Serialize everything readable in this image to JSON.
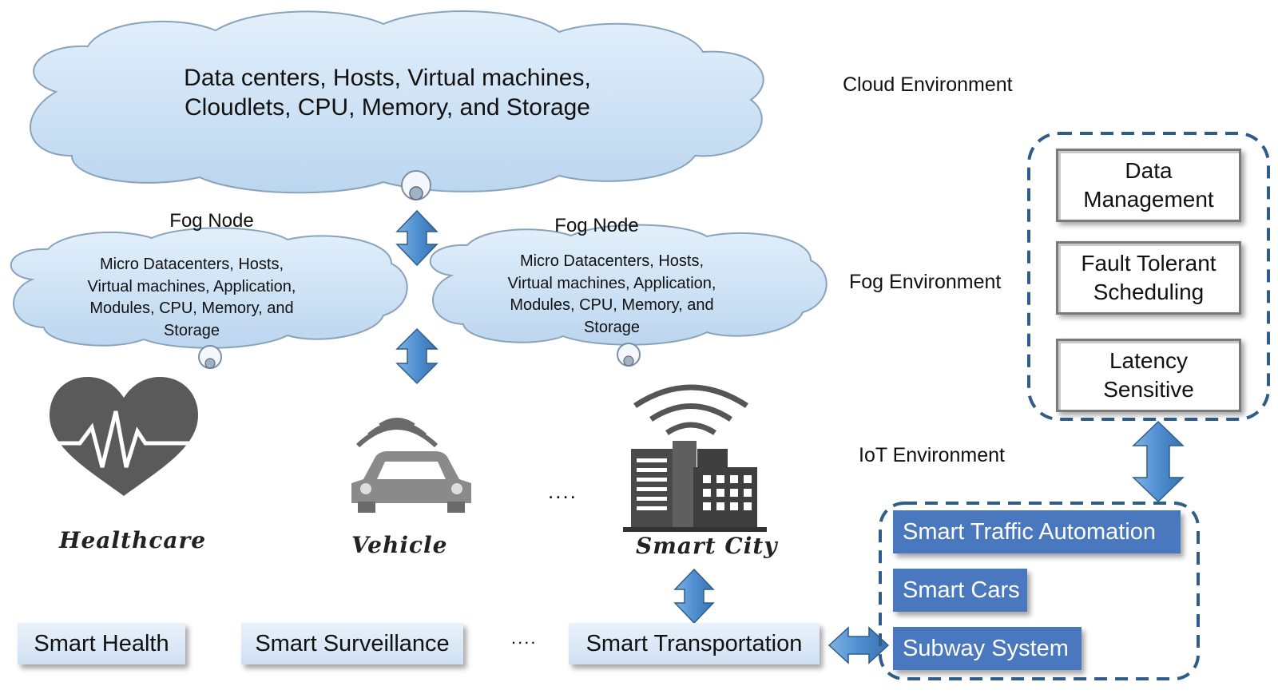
{
  "cloud": {
    "text_line1": "Data centers, Hosts, Virtual machines,",
    "text_line2": "Cloudlets, CPU, Memory, and Storage",
    "color": "#cfe3f5"
  },
  "fog_nodes": [
    {
      "label": "Fog Node",
      "line1": "Micro Datacenters, Hosts,",
      "line2": "Virtual machines, Application,",
      "line3": "Modules, CPU, Memory, and",
      "line4": "Storage"
    },
    {
      "label": "Fog Node",
      "line1": "Micro Datacenters, Hosts,",
      "line2": "Virtual machines, Application,",
      "line3": "Modules, CPU, Memory, and",
      "line4": "Storage"
    }
  ],
  "environments": {
    "cloud": "Cloud Environment",
    "fog": "Fog Environment",
    "iot": "IoT Environment"
  },
  "right_panel": {
    "items": [
      {
        "line1": "Data",
        "line2": "Management"
      },
      {
        "line1": "Fault Tolerant",
        "line2": "Scheduling"
      },
      {
        "line1": "Latency",
        "line2": "Sensitive"
      }
    ]
  },
  "devices": {
    "healthcare": "Healthcare",
    "vehicle": "Vehicle",
    "ellipsis": "....",
    "smart_city": "Smart City"
  },
  "apps": {
    "smart_health": "Smart Health",
    "smart_surveillance": "Smart Surveillance",
    "ellipsis": "....",
    "smart_transportation": "Smart Transportation"
  },
  "transport_panel": {
    "items": [
      "Smart Traffic Automation",
      "Smart Cars",
      "Subway System"
    ]
  },
  "colors": {
    "arrow": "#4f8fd0",
    "dashed_border": "#2f5d8a",
    "dark_button": "#4a78bf",
    "icon_gray": "#5a5a5a"
  }
}
